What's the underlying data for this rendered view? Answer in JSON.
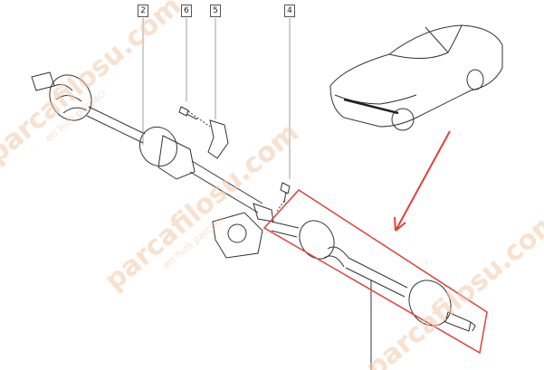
{
  "callouts": [
    "2",
    "6",
    "5",
    "4"
  ],
  "watermark": {
    "brand": "parcafilosu.com",
    "slogan": "en hızlı parçacı"
  },
  "colors": {
    "highlight": "#e0403a",
    "line": "#333333",
    "watermark": "#f3c9a8"
  }
}
